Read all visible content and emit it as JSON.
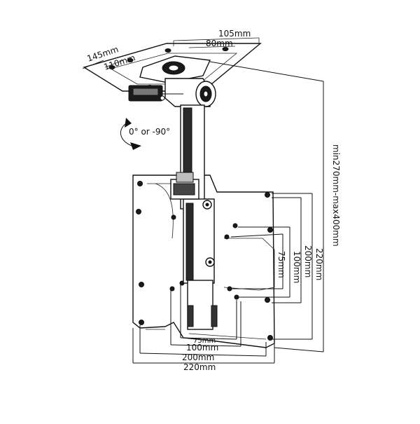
{
  "labels": {
    "ceiling_width": "105mm",
    "ceiling_inner_width": "80mm",
    "ceiling_depth": "145mm",
    "ceiling_inner_depth": "110mm",
    "tilt": "0° or -90°",
    "height_range": "min270mm-max400mm",
    "vesa_v_75": "75mm",
    "vesa_v_100": "100mm",
    "vesa_v_200": "200mm",
    "vesa_v_220": "220mm",
    "vesa_h_75": "75mm",
    "vesa_h_100": "100mm",
    "vesa_h_200": "200mm",
    "vesa_h_220": "220mm"
  }
}
